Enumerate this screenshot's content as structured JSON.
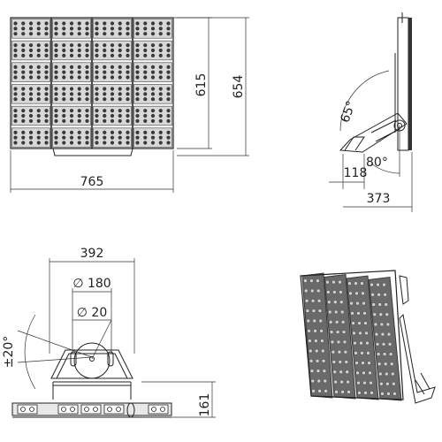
{
  "drawing": {
    "front_view": {
      "width_dim": "765",
      "height_dim_inner": "615",
      "height_dim_outer": "654",
      "led_columns": 4,
      "led_rows": 6
    },
    "side_view": {
      "angle_upper": "65°",
      "angle_lower": "80°",
      "dim_bracket": "118",
      "dim_depth": "373"
    },
    "bottom_view": {
      "width_dim": "392",
      "hole_spacing": "∅ 180",
      "hole_diameter": "∅ 20",
      "tilt_angle": "±20°",
      "height_dim": "161"
    }
  },
  "colors": {
    "line": "#222222",
    "module_fill": "#6a6a6a",
    "module_dark": "#3a3a3a",
    "module_light": "#d8d8d8"
  }
}
